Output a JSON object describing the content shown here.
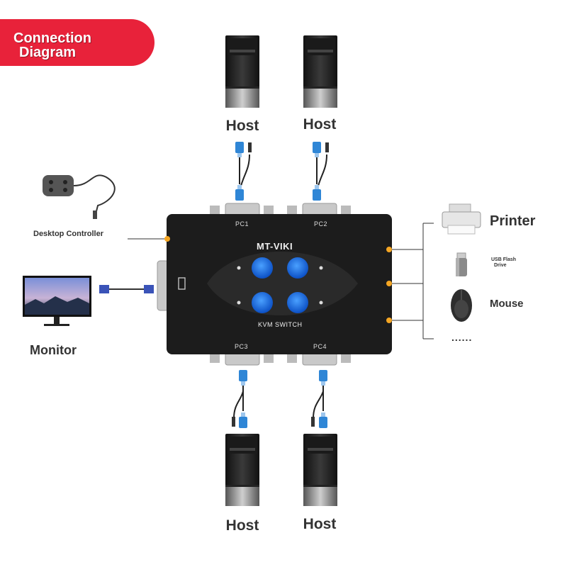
{
  "banner": {
    "line1": "Connection",
    "line2": "Diagram"
  },
  "hosts": [
    {
      "label": "Host"
    },
    {
      "label": "Host"
    },
    {
      "label": "Host"
    },
    {
      "label": "Host"
    }
  ],
  "switch": {
    "brand": "MT-VIKI",
    "model": "KVM SWITCH",
    "ports": [
      "PC1",
      "PC2",
      "PC3",
      "PC4"
    ]
  },
  "peripherals": {
    "desktop_controller": "Desktop Controller",
    "monitor": "Monitor",
    "printer": "Printer",
    "usb_flash_line1": "USB Flash",
    "usb_flash_line2": "Drive",
    "mouse": "Mouse",
    "more": "......"
  },
  "colors": {
    "banner": "#e8223a",
    "button": "#1f6fe0",
    "port_led": "#f5a623",
    "vga_plug": "#2f86d6"
  }
}
